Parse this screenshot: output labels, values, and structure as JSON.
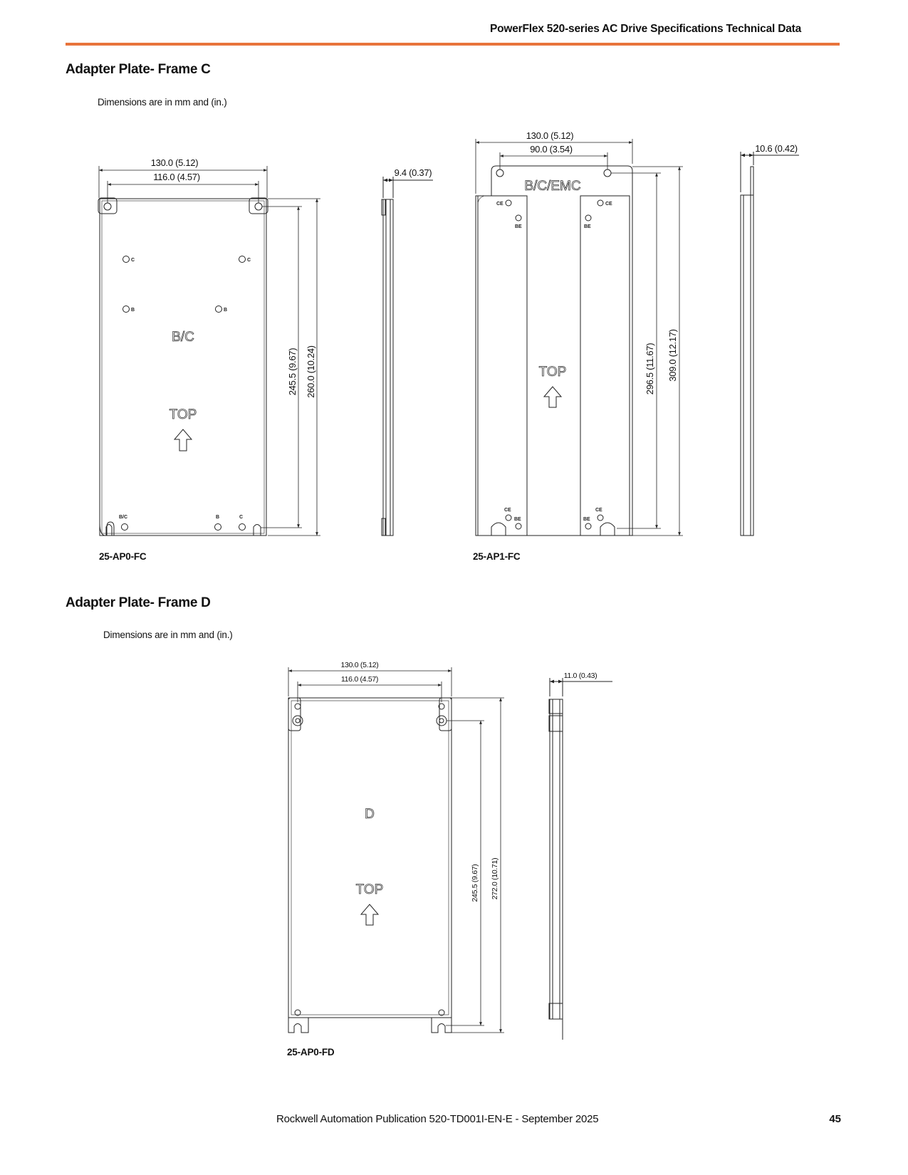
{
  "header": {
    "title": "PowerFlex 520-series AC Drive Specifications Technical Data",
    "rule_color": "#E8743B"
  },
  "section_c": {
    "title": "Adapter Plate- Frame C",
    "note": "Dimensions are in mm and (in.)",
    "plate_ap0": {
      "caption": "25-AP0-FC",
      "dim_width_outer": "130.0 (5.12)",
      "dim_width_holes": "116.0 (4.57)",
      "dim_height_holes": "245.5 (9.67)",
      "dim_height_overall": "260.0 (10.24)",
      "dim_thickness": "9.4 (0.37)",
      "label_frame": "B/C",
      "label_top": "TOP",
      "hole_mark_c": "C",
      "hole_mark_b": "B",
      "hole_mark_bc": "B/C"
    },
    "plate_ap1": {
      "caption": "25-AP1-FC",
      "dim_width_outer": "130.0 (5.12)",
      "dim_width_holes": "90.0 (3.54)",
      "dim_height_holes": "296.5 (11.67)",
      "dim_height_overall": "309.0 (12.17)",
      "dim_thickness": "10.6 (0.42)",
      "label_frame": "B/C/EMC",
      "label_top": "TOP",
      "hole_mark_ce": "CE",
      "hole_mark_be": "BE"
    }
  },
  "section_d": {
    "title": "Adapter Plate- Frame D",
    "note": "Dimensions are in mm and (in.)",
    "plate_ap0_fd": {
      "caption": "25-AP0-FD",
      "dim_width_outer": "130.0 (5.12)",
      "dim_width_holes": "116.0 (4.57)",
      "dim_height_holes": "245.5 (9.67)",
      "dim_height_overall": "272.0 (10.71)",
      "dim_thickness": "11.0 (0.43)",
      "label_frame": "D",
      "label_top": "TOP"
    }
  },
  "footer": {
    "publication": "Rockwell Automation Publication 520-TD001I-EN-E - September 2025",
    "page_number": "45"
  }
}
